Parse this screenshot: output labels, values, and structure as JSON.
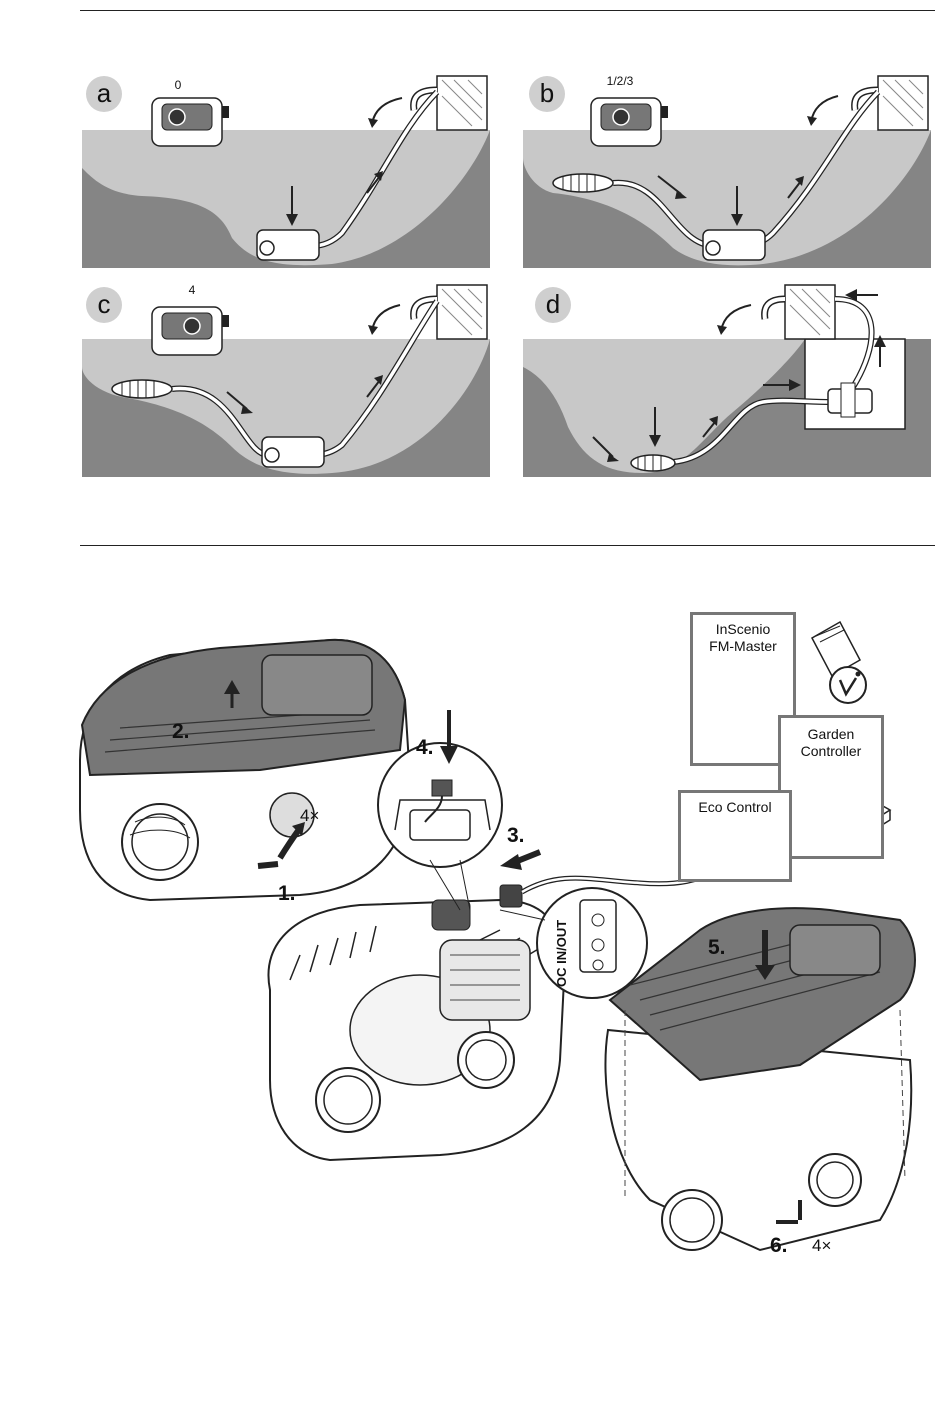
{
  "panels": [
    {
      "label": "a",
      "setting": "0"
    },
    {
      "label": "b",
      "setting": "1/2/3"
    },
    {
      "label": "c",
      "setting": "4"
    },
    {
      "label": "d",
      "setting": ""
    }
  ],
  "boxes": {
    "inscenio": "InScenio\nFM-Master",
    "garden": "Garden\nController",
    "eco": "Eco Control"
  },
  "steps": {
    "s1": "1.",
    "s2": "2.",
    "s3": "3.",
    "s4": "4.",
    "s5": "5.",
    "s6": "6."
  },
  "counts": {
    "top": "4×",
    "bottom": "4×"
  },
  "port_label": "OC IN/OUT",
  "colors": {
    "water": "#c8c8c8",
    "ground": "#858585",
    "outline": "#222222",
    "label_circle": "#cfcfcf",
    "box_border": "#777777"
  },
  "icons": {
    "manual": "booklet-icon",
    "info": "info-person-icon"
  }
}
